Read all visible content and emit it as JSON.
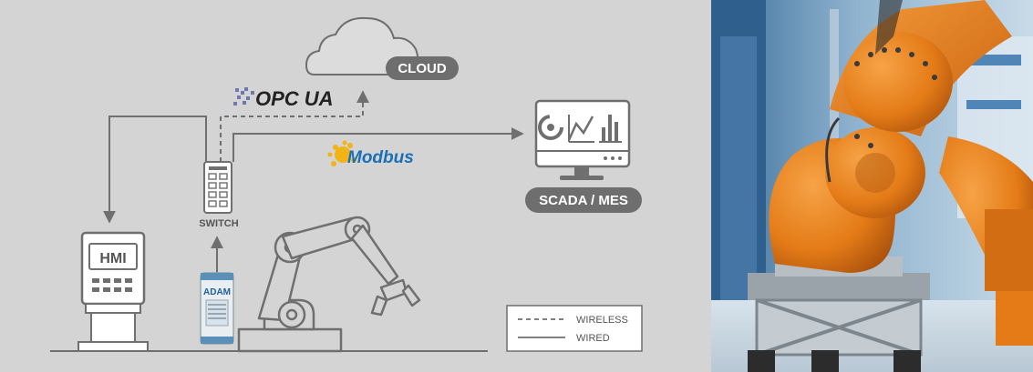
{
  "diagram": {
    "cloud_label": "CLOUD",
    "opc_label": "OPC UA",
    "modbus_label": "Modbus",
    "scada_label": "SCADA / MES",
    "switch_label": "SWITCH",
    "hmi_label": "HMI",
    "adam_label": "ADAM",
    "legend": {
      "wireless": "WIRELESS",
      "wired": "WIRED"
    }
  },
  "colors": {
    "background": "#d4d4d4",
    "line": "#6f6f6f",
    "pill": "#6e6e6e",
    "modbus_blue": "#1b6fb5",
    "modbus_yellow": "#f2b316",
    "robot_orange": "#e8811e",
    "factory_blue": "#3e6f9a"
  },
  "photo": {
    "subject": "industrial-robot-arm"
  }
}
